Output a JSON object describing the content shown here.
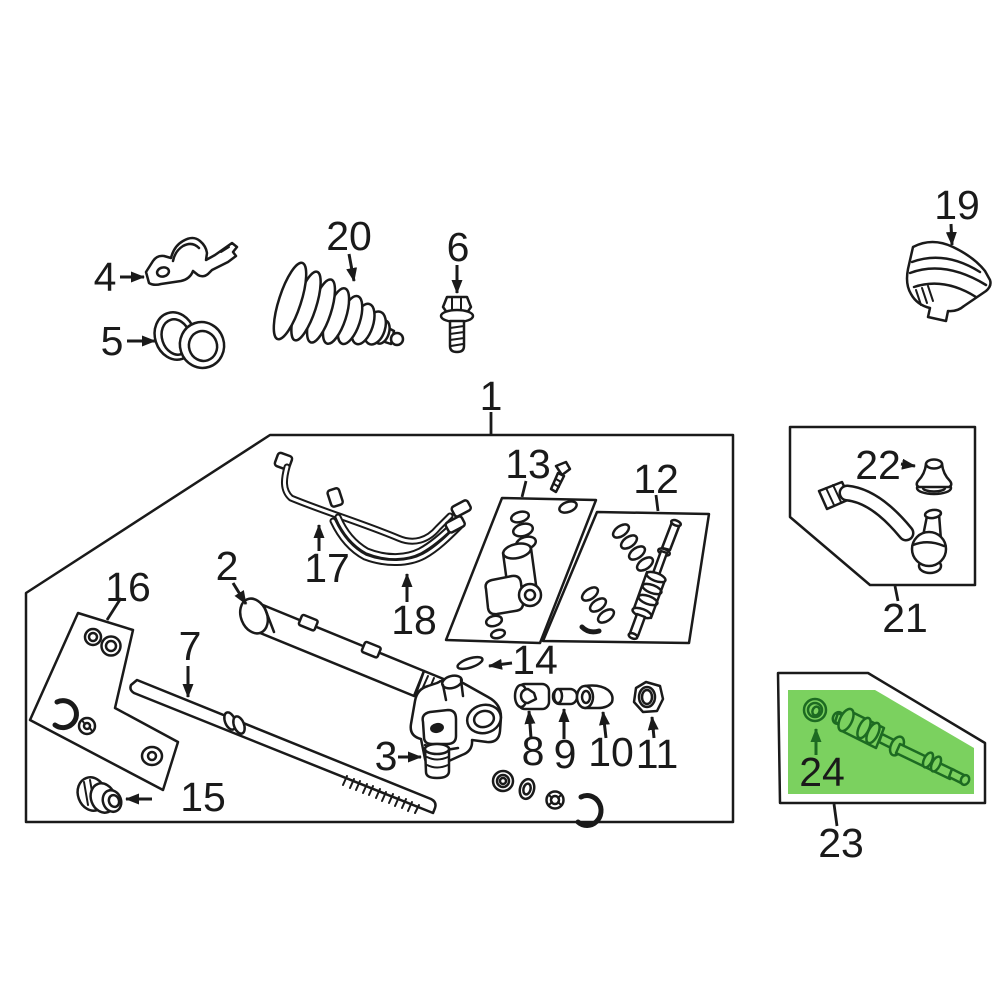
{
  "diagram": {
    "background": "#ffffff",
    "line_color": "#1a1a1a",
    "highlight_color": "#7bd15f",
    "highlight_text_color": "#1d6b22",
    "highlighted_callouts": [
      "24"
    ],
    "callouts": [
      {
        "num": "1"
      },
      {
        "num": "2"
      },
      {
        "num": "3"
      },
      {
        "num": "4"
      },
      {
        "num": "5"
      },
      {
        "num": "6"
      },
      {
        "num": "7"
      },
      {
        "num": "8"
      },
      {
        "num": "9"
      },
      {
        "num": "10"
      },
      {
        "num": "11"
      },
      {
        "num": "12"
      },
      {
        "num": "13"
      },
      {
        "num": "14"
      },
      {
        "num": "15"
      },
      {
        "num": "16"
      },
      {
        "num": "17"
      },
      {
        "num": "18"
      },
      {
        "num": "19"
      },
      {
        "num": "20"
      },
      {
        "num": "21"
      },
      {
        "num": "22"
      },
      {
        "num": "23"
      },
      {
        "num": "24"
      }
    ]
  }
}
